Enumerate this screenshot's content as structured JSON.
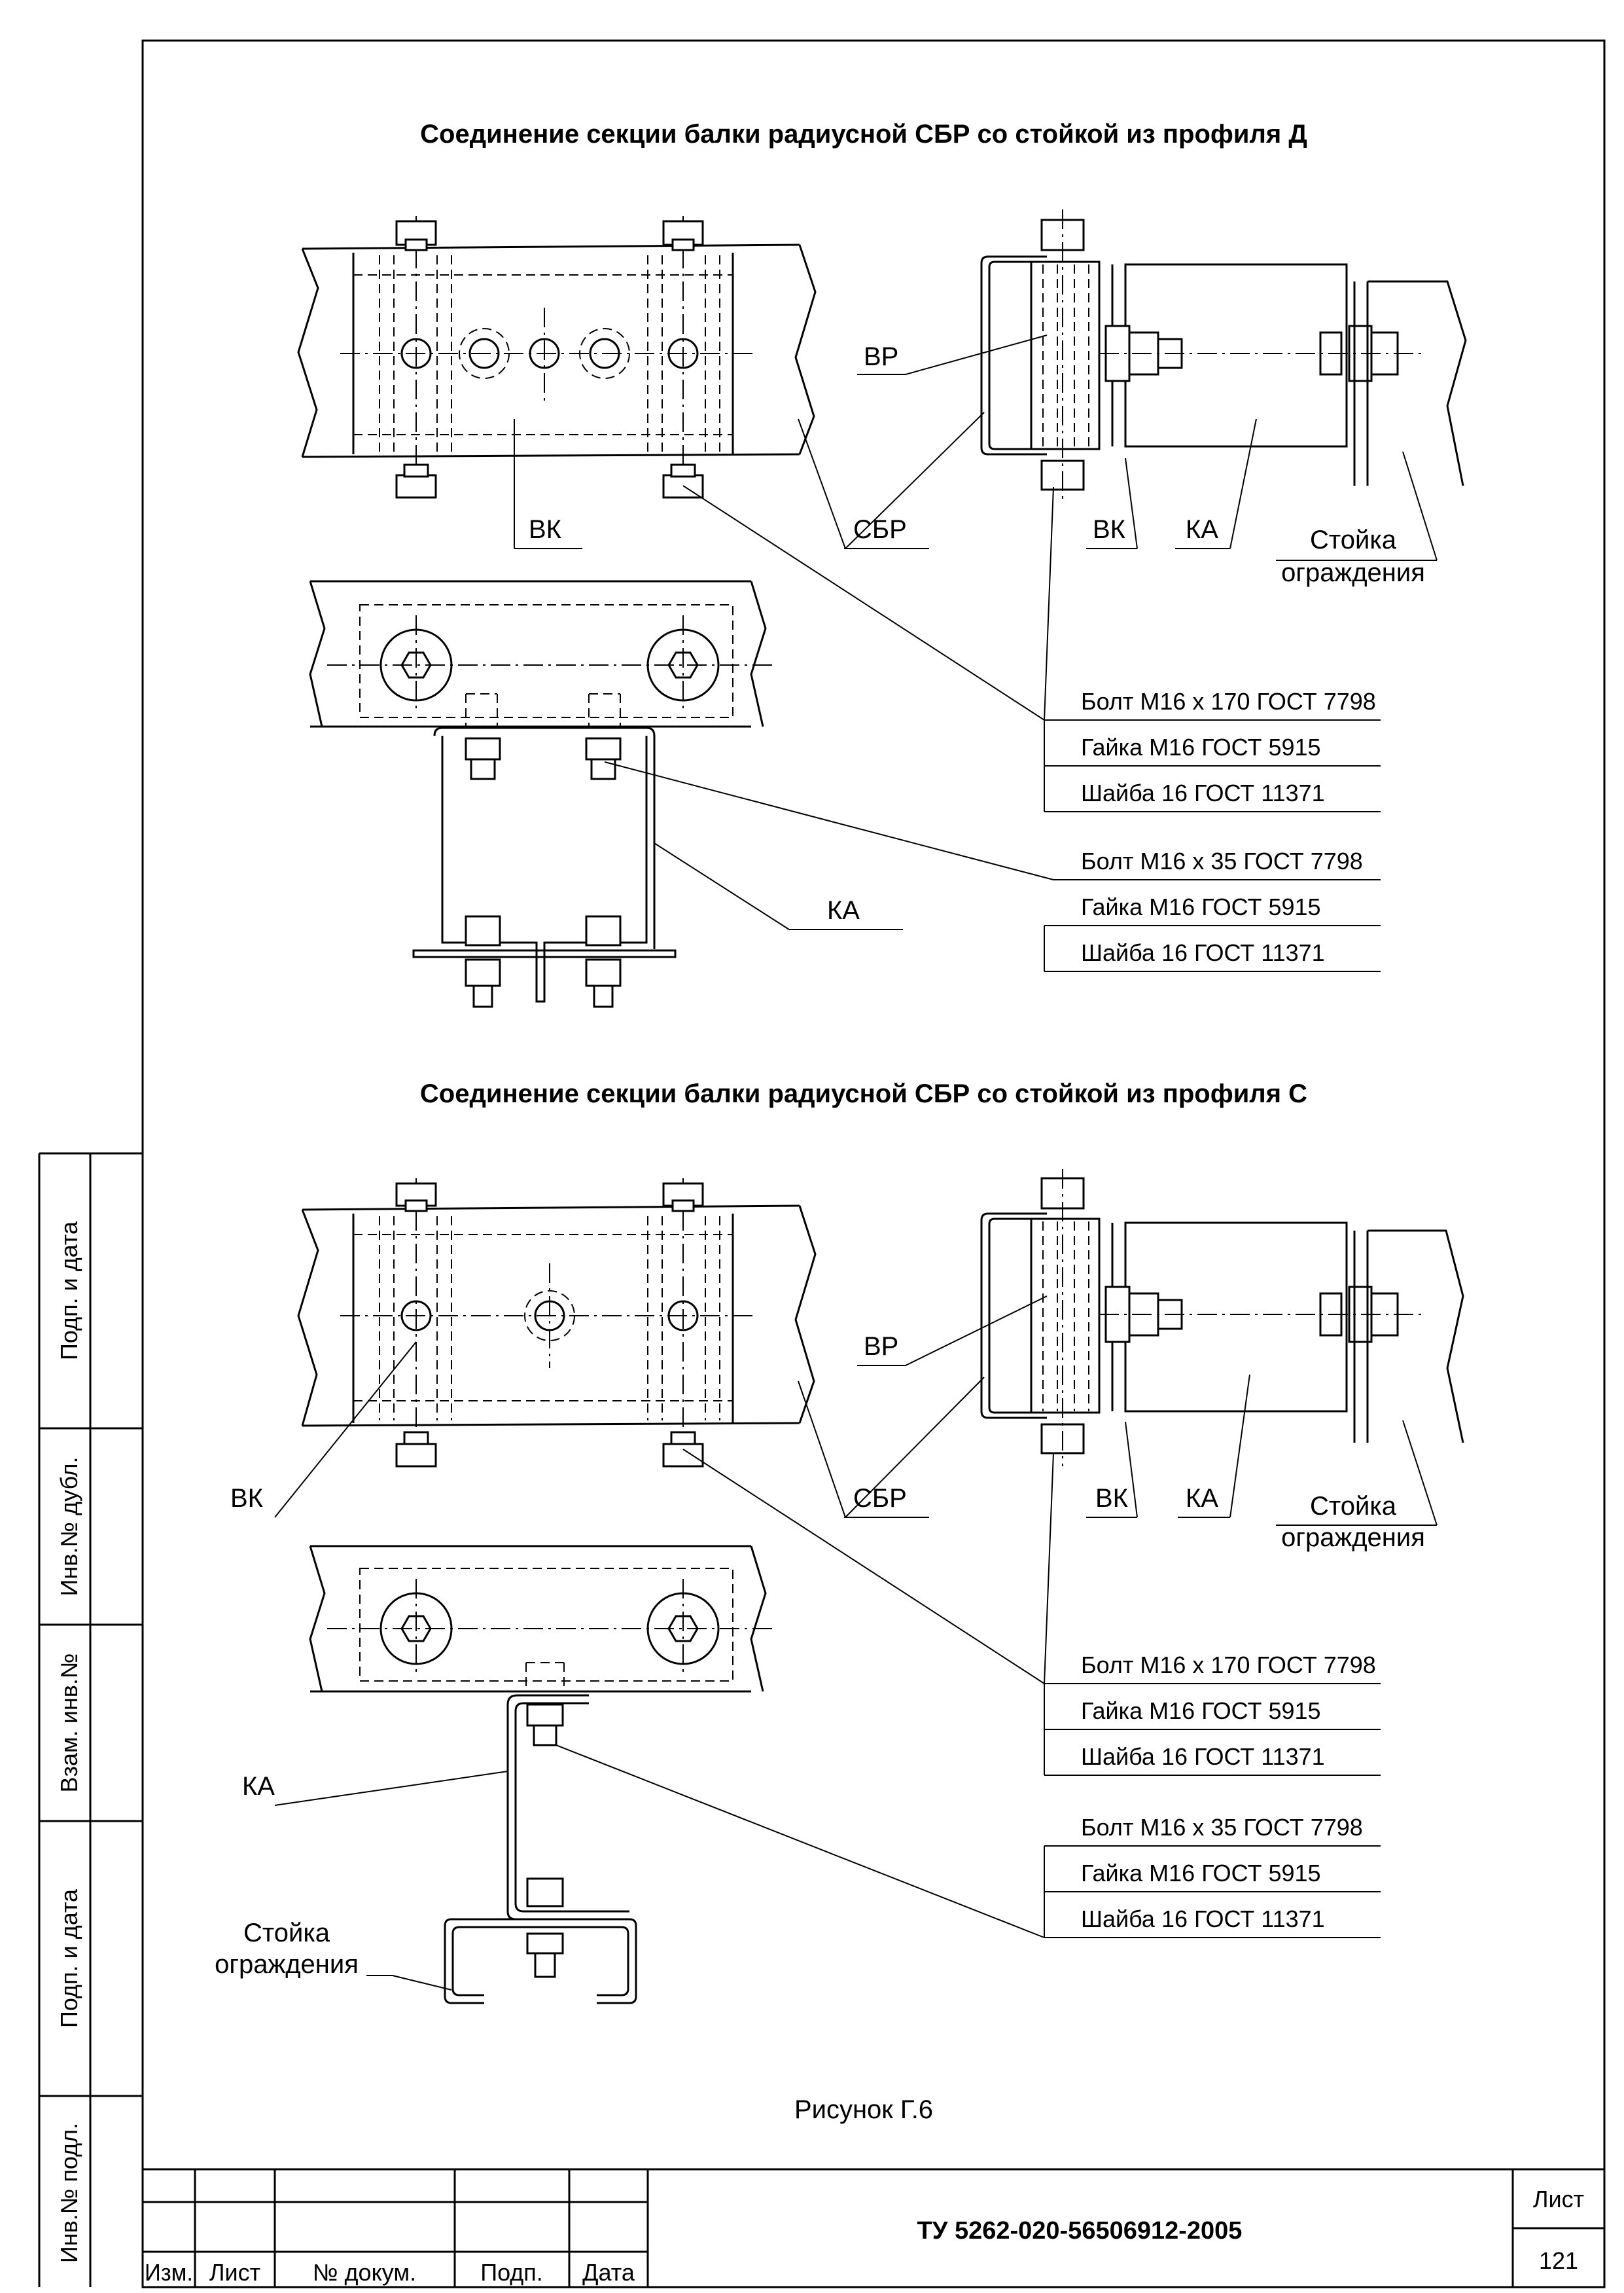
{
  "drawing": {
    "title_top": "Соединение секции балки радиусной СБР со стойкой из профиля Д",
    "title_bottom": "Соединение секции балки радиусной СБР со стойкой из профиля С",
    "caption": "Рисунок Г.6"
  },
  "labels": {
    "vr": "ВР",
    "vk": "ВК",
    "sbr": "СБР",
    "ka": "КА",
    "post_line1": "Стойка",
    "post_line2": "ограждения"
  },
  "specs": {
    "bolt_long": "Болт М16 х 170 ГОСТ 7798",
    "bolt_short": "Болт М16 х 35 ГОСТ 7798",
    "nut": "Гайка М16 ГОСТ 5915",
    "washer": "Шайба 16 ГОСТ 11371"
  },
  "side_stamp": {
    "sign_date": "Подп. и дата",
    "inv_dup": "Инв.№ дубл.",
    "replace_inv": "Взам. инв.№",
    "sign_date_2": "Подп. и дата",
    "inv_orig": "Инв.№ подл."
  },
  "title_block": {
    "doc_number": "ТУ 5262-020-56506912-2005",
    "sheet_label": "Лист",
    "sheet_number": "121",
    "col_izm": "Изм.",
    "col_list": "Лист",
    "col_doc": "№ докум.",
    "col_sign": "Подп.",
    "col_date": "Дата"
  }
}
